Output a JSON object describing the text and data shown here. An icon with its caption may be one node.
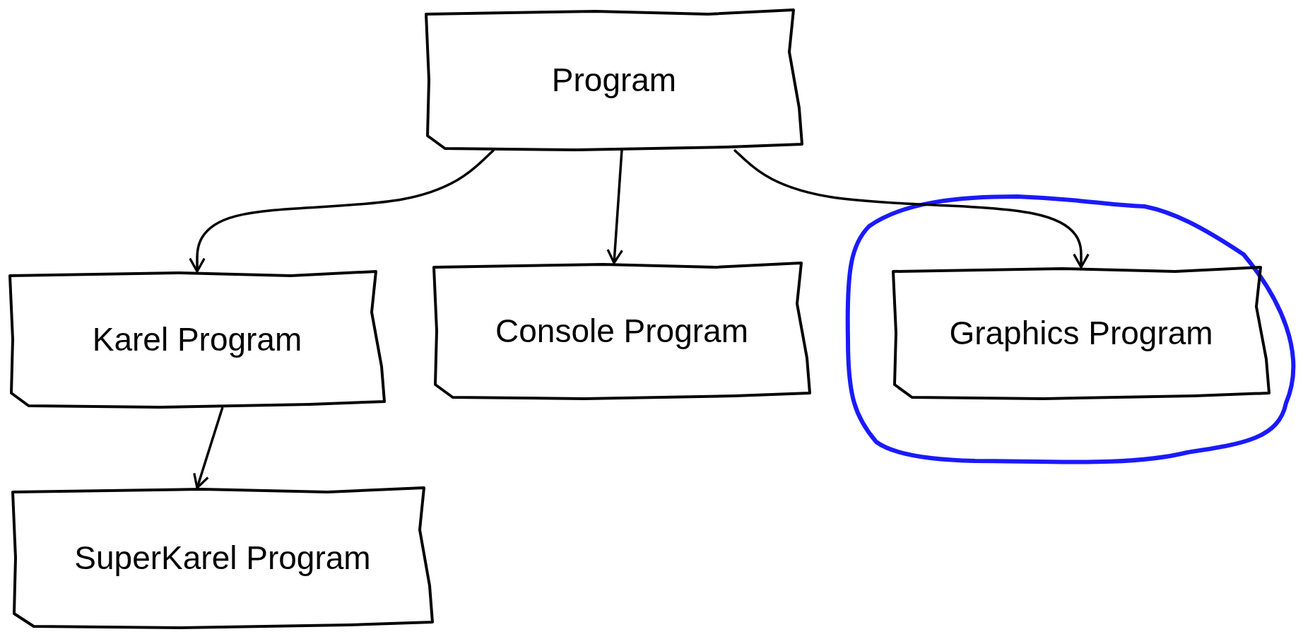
{
  "diagram": {
    "nodes": [
      {
        "text": [
          "Program"
        ]
      },
      {
        "text": [
          "Karel Program"
        ]
      },
      {
        "text": [
          "Console Program"
        ]
      },
      {
        "text": [
          "Graphics Program"
        ]
      },
      {
        "text": [
          "SuperKarel Program"
        ]
      }
    ],
    "edges": [
      {
        "from": 0,
        "to": 1,
        "arrow": "to"
      },
      {
        "from": 0,
        "to": 2,
        "arrow": "to"
      },
      {
        "from": 0,
        "to": 3,
        "arrow": "to"
      },
      {
        "from": 1,
        "to": 4,
        "arrow": "to"
      }
    ]
  }
}
